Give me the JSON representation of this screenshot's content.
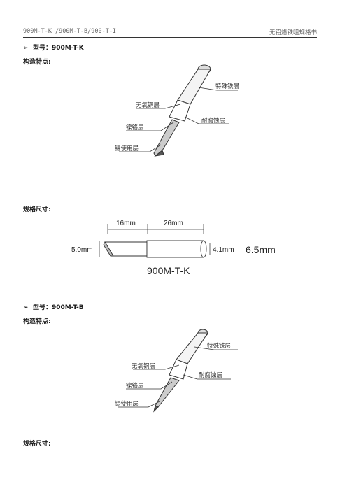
{
  "header": {
    "left": "900M-T-K /900M-T-B/900-T-I",
    "right": "无铅烙铁咀规格书"
  },
  "sections": [
    {
      "title": "型号：900M-T-K",
      "structure_label": "构造特点:",
      "spec_label": "规格尺寸:",
      "layers": {
        "special_iron": "特殊铁层",
        "oxygen_free_copper": "无氧铜层",
        "corrosion_resistant": "耐腐蚀层",
        "nickel_chrome": "镍铬层",
        "tin_use": "锡使用层"
      },
      "dimensions": {
        "d1": "16mm",
        "d2": "26mm",
        "tip": "5.0mm",
        "inner": "4.1mm",
        "outer": "6.5mm",
        "model": "900M-T-K"
      }
    },
    {
      "title": "型号：900M-T-B",
      "structure_label": "构造特点:",
      "spec_label": "规格尺寸:",
      "layers": {
        "special_iron": "特殊铁层",
        "oxygen_free_copper": "无氧铜层",
        "corrosion_resistant": "耐腐蚀层",
        "nickel_chrome": "镍铬层",
        "tin_use": "锡使用层"
      }
    }
  ]
}
